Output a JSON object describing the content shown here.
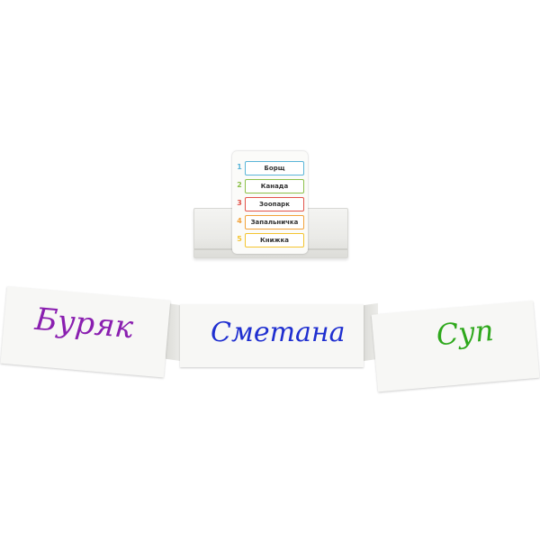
{
  "card": {
    "rows": [
      {
        "number": "1",
        "word": "Борщ",
        "color": "#5ab5d8"
      },
      {
        "number": "2",
        "word": "Канада",
        "color": "#8cc04a"
      },
      {
        "number": "3",
        "word": "Зоопарк",
        "color": "#e2534a"
      },
      {
        "number": "4",
        "word": "Запальничка",
        "color": "#f2a23a"
      },
      {
        "number": "5",
        "word": "Книжка",
        "color": "#f4c430"
      }
    ]
  },
  "tents": {
    "left": {
      "word": "Буряк",
      "color": "#8a1fb0"
    },
    "center": {
      "word": "Сметана",
      "color": "#1f2fd0"
    },
    "right": {
      "word": "Суп",
      "color": "#2ea81c"
    }
  }
}
